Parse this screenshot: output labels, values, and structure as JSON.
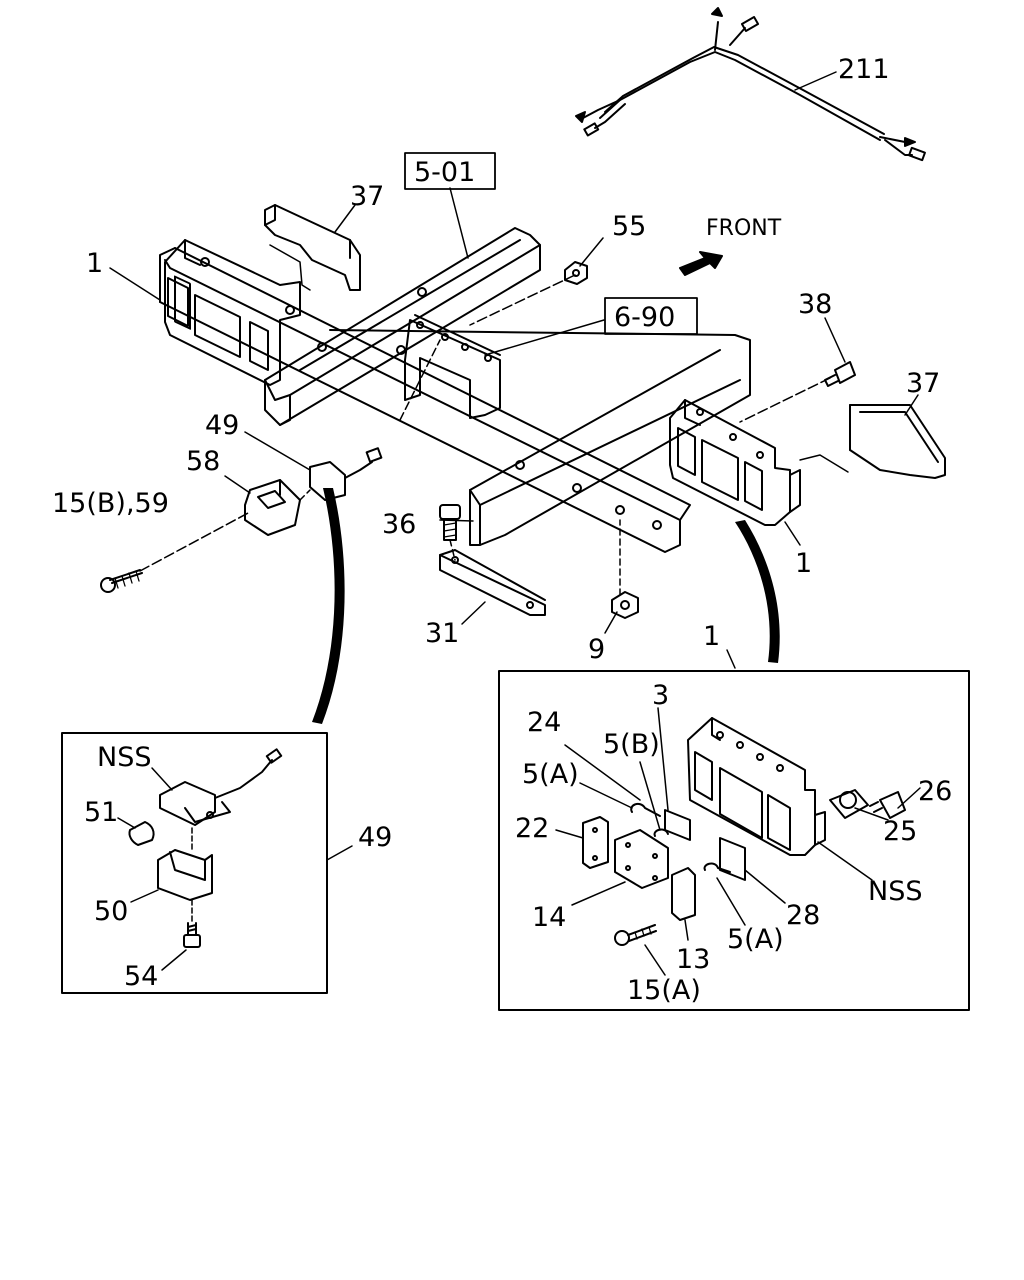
{
  "parts": {
    "p211": "211",
    "p37_top": "37",
    "p55": "55",
    "p1_top": "1",
    "p38": "38",
    "p37_right": "37",
    "p49": "49",
    "p58": "58",
    "p15B59": "15(B),59",
    "p36": "36",
    "p1_right": "1",
    "p31": "31",
    "p9": "9",
    "p1_box": "1"
  },
  "refs": {
    "r501": "5-01",
    "r690": "6-90"
  },
  "direction": {
    "front": "FRONT"
  },
  "detail_49": {
    "nss": "NSS",
    "p51": "51",
    "p50": "50",
    "p54": "54",
    "p49": "49"
  },
  "detail_1": {
    "p3": "3",
    "p24": "24",
    "p5B": "5(B)",
    "p5A_top": "5(A)",
    "p22": "22",
    "p14": "14",
    "p13": "13",
    "p15A": "15(A)",
    "p5A_bottom": "5(A)",
    "p28": "28",
    "nss": "NSS",
    "p26": "26",
    "p25": "25"
  }
}
